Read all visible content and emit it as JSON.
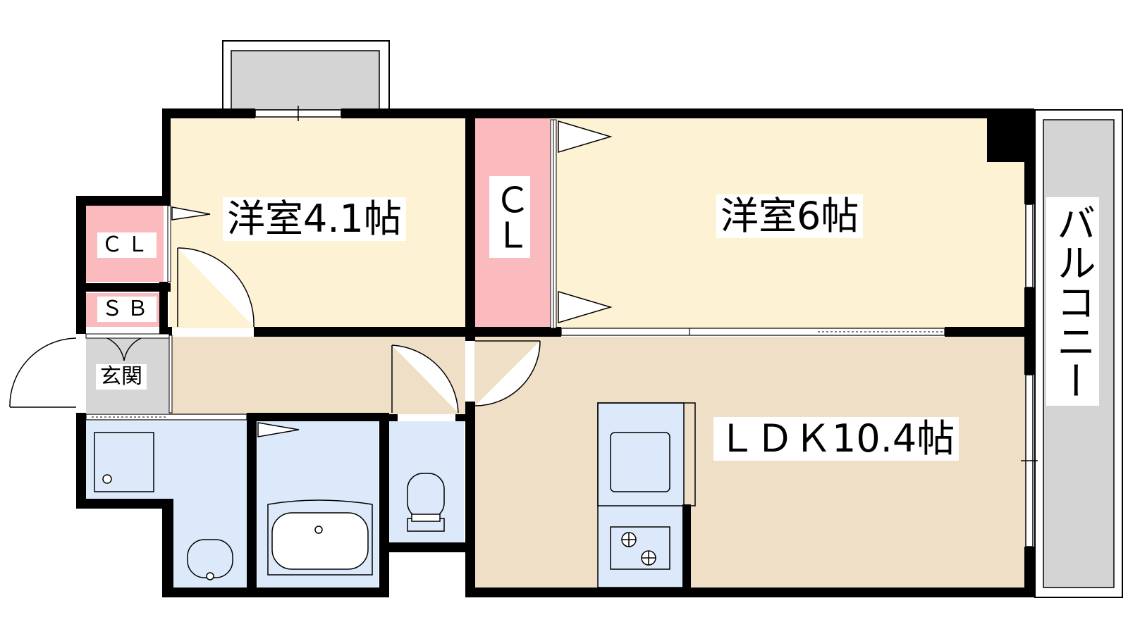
{
  "rooms": {
    "western_small": "洋室4.1帖",
    "western_large": "洋室6帖",
    "ldk": "ＬＤＫ10.4帖",
    "closet_small": "ＣＬ",
    "closet_center": "ＣＬ",
    "shoe_box": "ＳＢ",
    "entrance": "玄関",
    "balcony": "バルコニー"
  },
  "colors": {
    "room_fill": "#fdf2d4",
    "ldk_fill": "#eedfc6",
    "closet_fill": "#fbbbbe",
    "wet_area_fill": "#dce9fa",
    "entrance_fill": "#d6d6d6",
    "balcony_fill": "#d4d4d4",
    "wall": "#000000"
  }
}
